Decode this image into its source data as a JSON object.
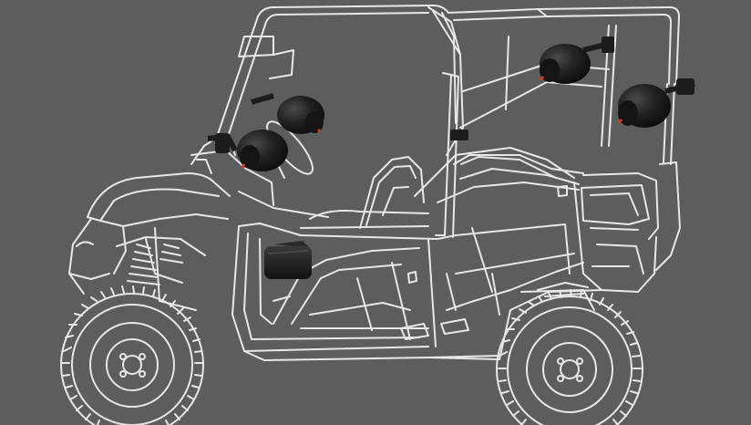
{
  "scene": {
    "background_color": "#5c5d5f",
    "line_color": "#e6e7e8",
    "speaker_color": "#1c1c1d",
    "speaker_accent": "#d23a1e",
    "subject": "utv-line-drawing",
    "accessories": [
      "speaker-pod-front-left",
      "speaker-pod-front-right",
      "speaker-pod-rear-left",
      "speaker-pod-rear-right",
      "amplifier-box"
    ]
  }
}
